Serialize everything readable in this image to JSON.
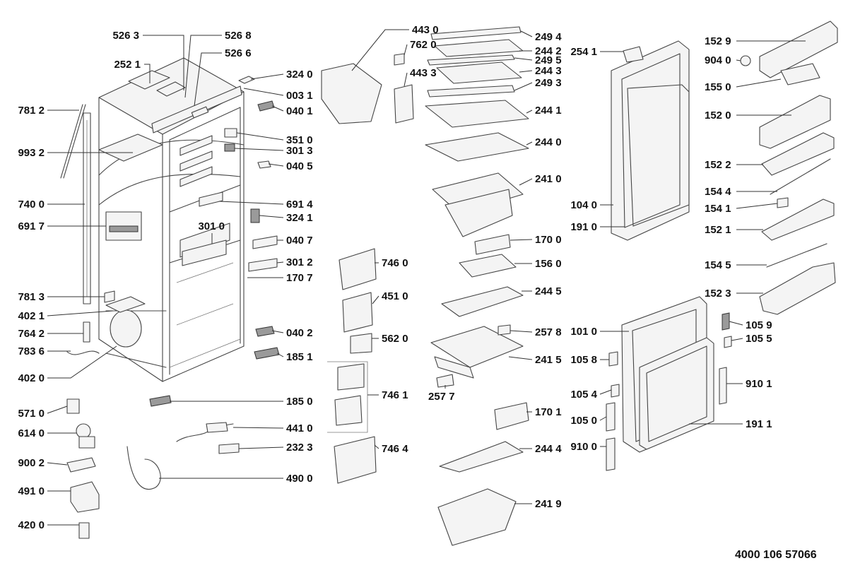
{
  "document_code": "4000 106 57066",
  "callouts": [
    {
      "id": "526-3",
      "label": "526 3"
    },
    {
      "id": "526-8",
      "label": "526 8"
    },
    {
      "id": "526-6",
      "label": "526 6"
    },
    {
      "id": "252-1",
      "label": "252 1"
    },
    {
      "id": "324-0",
      "label": "324 0"
    },
    {
      "id": "003-1",
      "label": "003 1"
    },
    {
      "id": "781-2",
      "label": "781 2"
    },
    {
      "id": "040-1",
      "label": "040 1"
    },
    {
      "id": "351-0",
      "label": "351 0"
    },
    {
      "id": "993-2",
      "label": "993 2"
    },
    {
      "id": "301-3",
      "label": "301 3"
    },
    {
      "id": "040-5",
      "label": "040 5"
    },
    {
      "id": "740-0",
      "label": "740 0"
    },
    {
      "id": "691-4",
      "label": "691 4"
    },
    {
      "id": "324-1",
      "label": "324 1"
    },
    {
      "id": "691-7",
      "label": "691 7"
    },
    {
      "id": "301-0",
      "label": "301 0"
    },
    {
      "id": "040-7",
      "label": "040 7"
    },
    {
      "id": "301-2",
      "label": "301 2"
    },
    {
      "id": "170-7",
      "label": "170 7"
    },
    {
      "id": "781-3",
      "label": "781 3"
    },
    {
      "id": "402-1",
      "label": "402 1"
    },
    {
      "id": "040-2",
      "label": "040 2"
    },
    {
      "id": "764-2",
      "label": "764 2"
    },
    {
      "id": "783-6",
      "label": "783 6"
    },
    {
      "id": "185-1",
      "label": "185 1"
    },
    {
      "id": "402-0",
      "label": "402 0"
    },
    {
      "id": "185-0",
      "label": "185 0"
    },
    {
      "id": "571-0",
      "label": "571 0"
    },
    {
      "id": "614-0",
      "label": "614 0"
    },
    {
      "id": "441-0",
      "label": "441 0"
    },
    {
      "id": "232-3",
      "label": "232 3"
    },
    {
      "id": "900-2",
      "label": "900 2"
    },
    {
      "id": "490-0",
      "label": "490 0"
    },
    {
      "id": "491-0",
      "label": "491 0"
    },
    {
      "id": "420-0",
      "label": "420 0"
    },
    {
      "id": "443-0",
      "label": "443 0"
    },
    {
      "id": "762-0",
      "label": "762 0"
    },
    {
      "id": "443-3",
      "label": "443 3"
    },
    {
      "id": "746-0",
      "label": "746 0"
    },
    {
      "id": "451-0",
      "label": "451 0"
    },
    {
      "id": "562-0",
      "label": "562 0"
    },
    {
      "id": "746-1",
      "label": "746 1"
    },
    {
      "id": "746-4",
      "label": "746 4"
    },
    {
      "id": "249-4",
      "label": "249 4"
    },
    {
      "id": "244-2",
      "label": "244 2"
    },
    {
      "id": "249-5",
      "label": "249 5"
    },
    {
      "id": "244-3",
      "label": "244 3"
    },
    {
      "id": "249-3",
      "label": "249 3"
    },
    {
      "id": "244-1",
      "label": "244 1"
    },
    {
      "id": "244-0",
      "label": "244 0"
    },
    {
      "id": "241-0",
      "label": "241 0"
    },
    {
      "id": "170-0",
      "label": "170 0"
    },
    {
      "id": "156-0",
      "label": "156 0"
    },
    {
      "id": "244-5",
      "label": "244 5"
    },
    {
      "id": "257-8",
      "label": "257 8"
    },
    {
      "id": "241-5",
      "label": "241 5"
    },
    {
      "id": "257-7",
      "label": "257 7"
    },
    {
      "id": "170-1",
      "label": "170 1"
    },
    {
      "id": "244-4",
      "label": "244 4"
    },
    {
      "id": "241-9",
      "label": "241 9"
    },
    {
      "id": "254-1",
      "label": "254 1"
    },
    {
      "id": "104-0",
      "label": "104 0"
    },
    {
      "id": "191-0",
      "label": "191 0"
    },
    {
      "id": "101-0",
      "label": "101 0"
    },
    {
      "id": "105-8",
      "label": "105 8"
    },
    {
      "id": "105-4",
      "label": "105 4"
    },
    {
      "id": "105-0",
      "label": "105 0"
    },
    {
      "id": "910-0",
      "label": "910 0"
    },
    {
      "id": "191-1",
      "label": "191 1"
    },
    {
      "id": "152-9",
      "label": "152 9"
    },
    {
      "id": "904-0",
      "label": "904 0"
    },
    {
      "id": "155-0",
      "label": "155 0"
    },
    {
      "id": "152-0",
      "label": "152 0"
    },
    {
      "id": "152-2",
      "label": "152 2"
    },
    {
      "id": "154-4",
      "label": "154 4"
    },
    {
      "id": "154-1",
      "label": "154 1"
    },
    {
      "id": "152-1",
      "label": "152 1"
    },
    {
      "id": "154-5",
      "label": "154 5"
    },
    {
      "id": "152-3",
      "label": "152 3"
    },
    {
      "id": "105-9",
      "label": "105 9"
    },
    {
      "id": "105-5",
      "label": "105 5"
    },
    {
      "id": "910-1",
      "label": "910 1"
    }
  ]
}
